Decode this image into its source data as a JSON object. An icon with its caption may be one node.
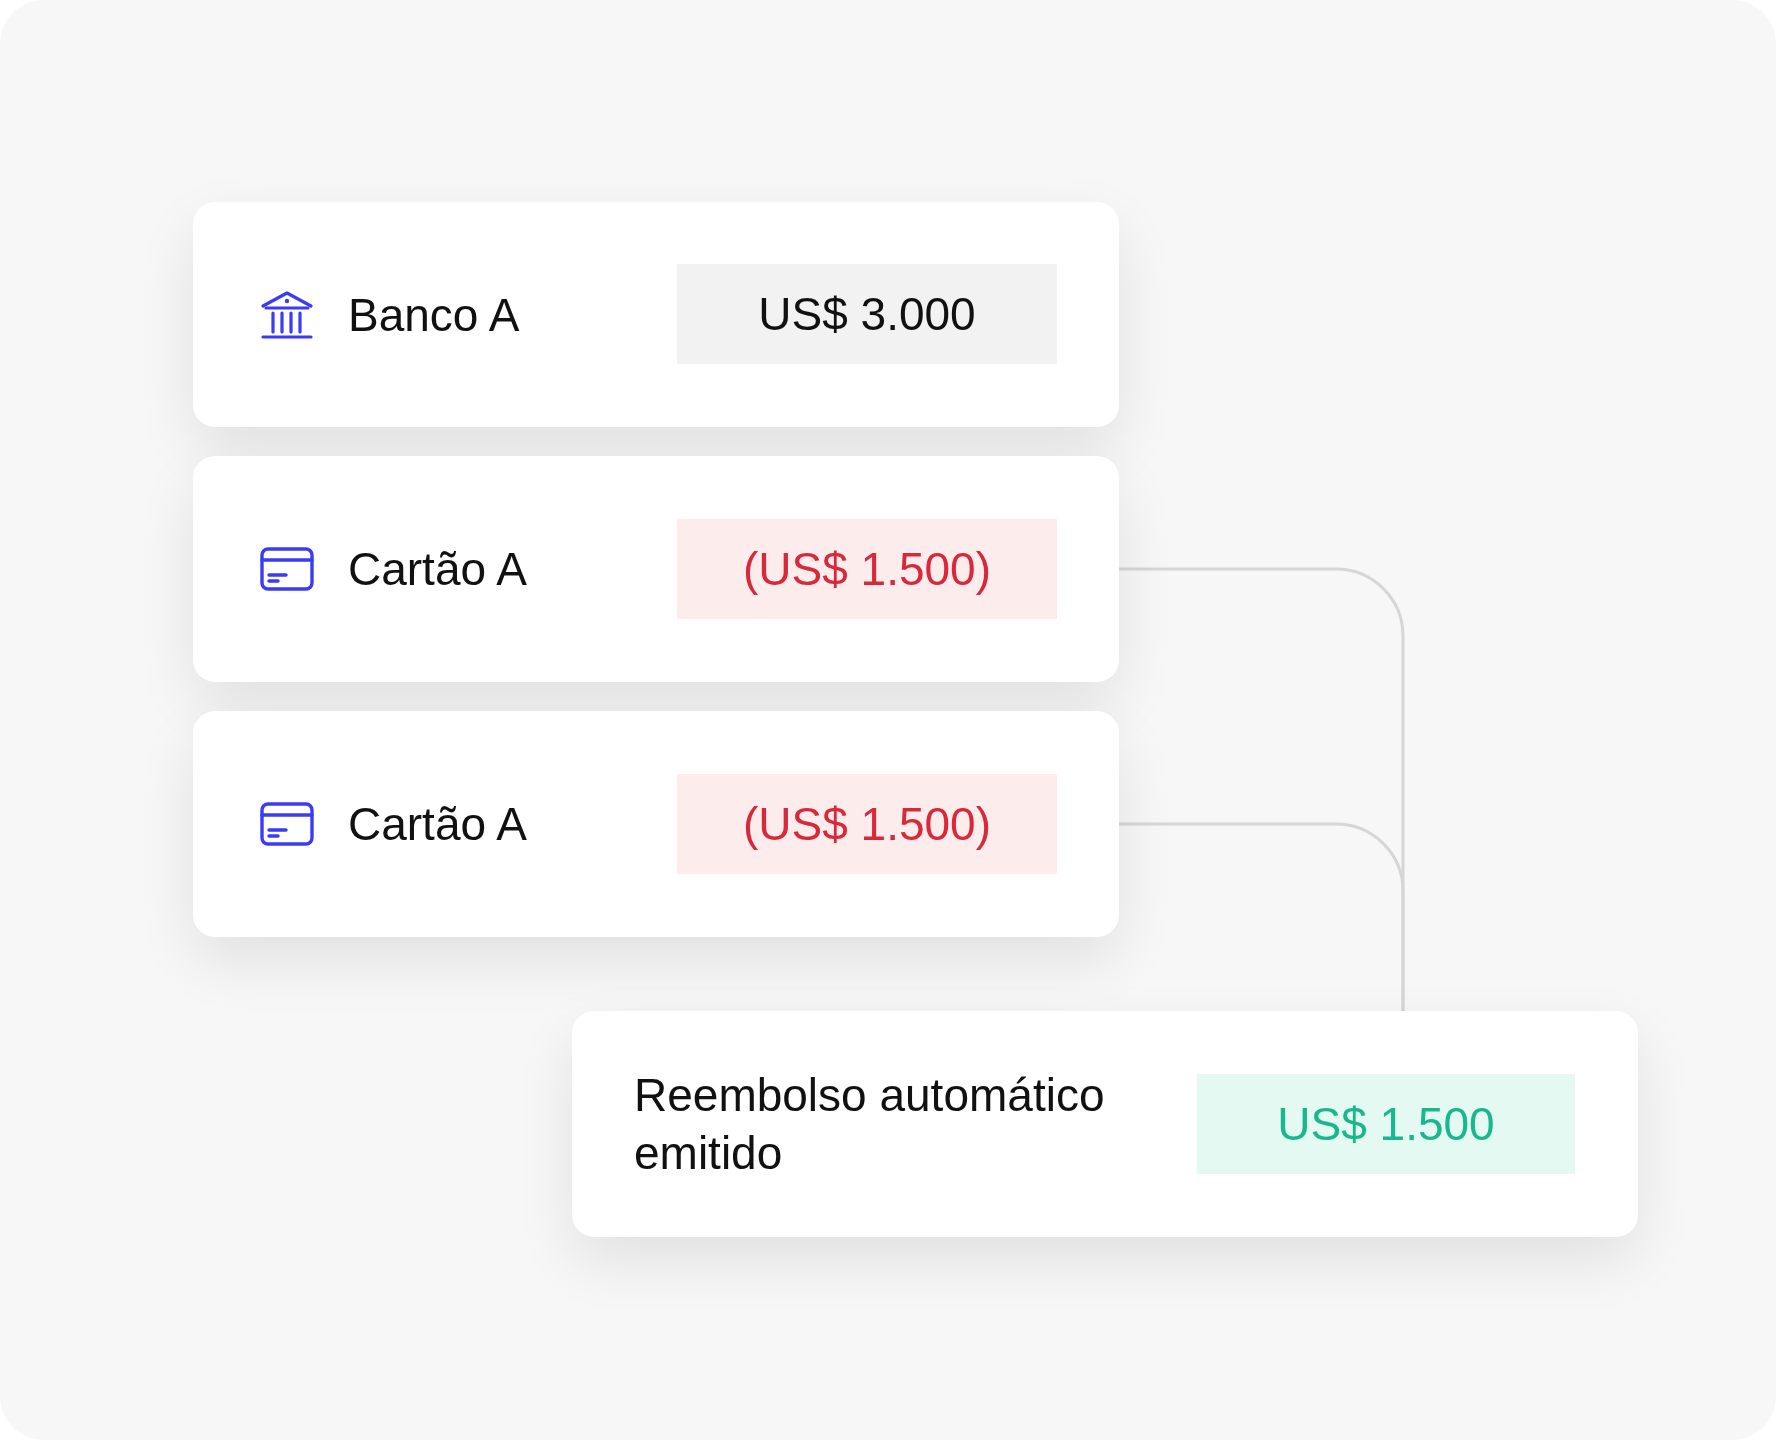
{
  "diagram": {
    "nodes": [
      {
        "text": [
          "Banco A"
        ]
      },
      {
        "text": [
          "US$ 3.000"
        ],
        "in": 0
      },
      {
        "text": [
          "Cartão A"
        ]
      },
      {
        "text": [
          "(US$ 1.500)"
        ],
        "in": 2
      },
      {
        "text": [
          "Cartão A"
        ]
      },
      {
        "text": [
          "(US$ 1.500)"
        ],
        "in": 4
      },
      {
        "text": [
          "Reembolso automático emitido"
        ]
      },
      {
        "text": [
          "US$ 1.500"
        ],
        "in": 6
      }
    ],
    "edges": [
      {
        "from": 2,
        "to": 6,
        "arrow": "none"
      },
      {
        "from": 4,
        "to": 6,
        "arrow": "none"
      }
    ]
  }
}
